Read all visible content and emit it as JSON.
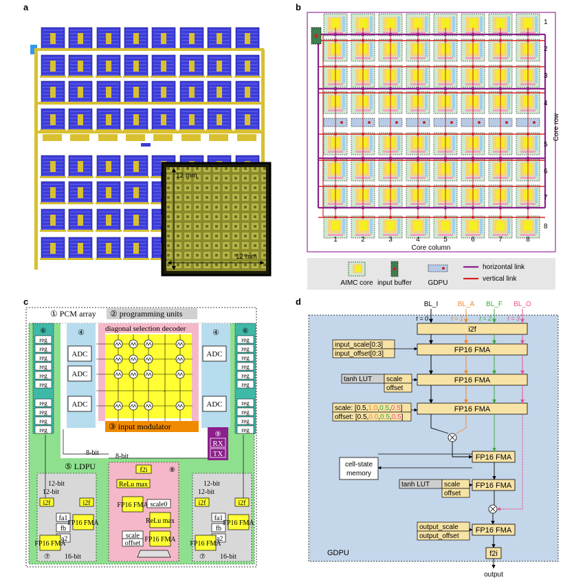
{
  "panels": {
    "a": "a",
    "b": "b",
    "c": "c",
    "d": "d"
  },
  "panel_a": {
    "die_width": "12 mm",
    "die_height": "12 mm",
    "core_rows": 8,
    "core_cols": 8
  },
  "panel_b": {
    "row_numbers": [
      "1",
      "2",
      "3",
      "4",
      "5",
      "6",
      "7",
      "8"
    ],
    "col_numbers": [
      "1",
      "2",
      "3",
      "4",
      "5",
      "6",
      "7",
      "8"
    ],
    "axis_row": "Core row",
    "axis_col": "Core column",
    "legend": {
      "aimc": "AIMC core",
      "input_buffer": "input buffer",
      "gdpu": "GDPU",
      "horizontal": "horizontal link",
      "vertical": "vertical link"
    },
    "colors": {
      "horizontal": "#8b1f8b",
      "vertical": "#d62020"
    }
  },
  "panel_c": {
    "pcm_array": "① PCM array",
    "programming_units": "② programming units",
    "diag_decoder": "diagonal selection decoder",
    "input_modulator": "③ input modulator",
    "adc_label": "ADC",
    "adc_num": "④",
    "reg_label": "reg",
    "reg_num": "⑥",
    "ldpu": "⑤ LDPU",
    "rx": "RX",
    "tx": "TX",
    "rxtx_num": "⑨",
    "eight_bit": "8-bit",
    "twelve_bit": "12-bit",
    "sixteen_bit": "16-bit",
    "i2f": "i2f",
    "f2i": "f2i",
    "fp16_fma": "FP16 FMA",
    "relu_max": "ReLu max",
    "scale0": "scale0",
    "scale": "scale",
    "offset": "offset",
    "fa1": "fa1",
    "fa2": "fa2",
    "fb": "fb",
    "unit7": "⑦",
    "unit8": "⑧"
  },
  "panel_d": {
    "inputs": [
      "BL_I",
      "BL_A",
      "BL_F",
      "BL_O"
    ],
    "times": [
      "t = 0",
      "t = 1",
      "t = 2",
      "t = 3"
    ],
    "input_colors": [
      "#000000",
      "#f08a2c",
      "#3aa83a",
      "#e8508c"
    ],
    "i2f": "i2f",
    "fma": "FP16 FMA",
    "input_scale": "input_scale[0:3]",
    "input_offset": "input_offset[0:3]",
    "tanh_lut": "tanh LUT",
    "scale": "scale",
    "offset": "offset",
    "scale_vec_label": "scale: [",
    "offset_vec_label": "offset: [",
    "scale_vals": [
      "0.5",
      "1.0",
      "0.5",
      "0.5"
    ],
    "offset_vals": [
      "0.5",
      "0.0",
      "0.5",
      "0.5"
    ],
    "cell_state": "cell-state memory",
    "output_scale": "output_scale",
    "output_offset": "output_offset",
    "f2i": "f2i",
    "output": "output",
    "gdpu": "GDPU"
  }
}
